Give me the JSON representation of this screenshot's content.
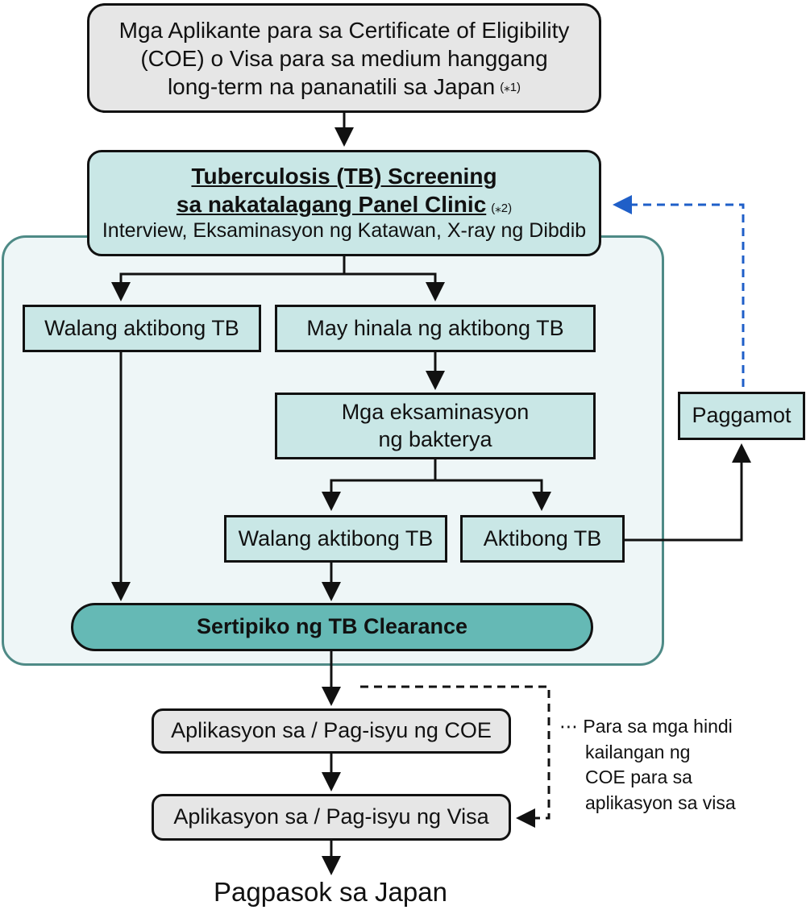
{
  "nodes": {
    "applicants": {
      "line1": "Mga Aplikante para sa Certificate of Eligibility",
      "line2": "(COE) o Visa para sa medium hanggang",
      "line3": "long-term na pananatili sa Japan",
      "note": "(⁎1)"
    },
    "screening": {
      "title1": "Tuberculosis (TB) Screening",
      "title2": "sa nakatalagang Panel Clinic",
      "note": "(⁎2)",
      "subtitle": "Interview, Eksaminasyon ng Katawan, X-ray ng Dibdib"
    },
    "no_tb_1": "Walang aktibong TB",
    "suspected_tb": "May hinala ng aktibong TB",
    "bacteria_exam": {
      "line1": "Mga eksaminasyon",
      "line2": "ng bakterya"
    },
    "no_tb_2": "Walang aktibong TB",
    "active_tb": "Aktibong TB",
    "treatment": "Paggamot",
    "certificate": "Sertipiko ng TB Clearance",
    "coe_application": "Aplikasyon sa / Pag-isyu ng COE",
    "visa_application": "Aplikasyon sa / Pag-isyu ng Visa",
    "entry": "Pagpasok sa Japan"
  },
  "side_note": {
    "lines": [
      "⋯ Para sa mga hindi",
      "kailangan ng",
      "COE para sa",
      "aplikasyon sa visa"
    ]
  },
  "colors": {
    "gray_fill": "#e6e6e6",
    "teal_light": "#c9e7e6",
    "teal_dark": "#65b9b5",
    "region_fill": "#eef6f7",
    "region_border": "#4e8a86",
    "dashed_blue": "#1f5fc8"
  }
}
